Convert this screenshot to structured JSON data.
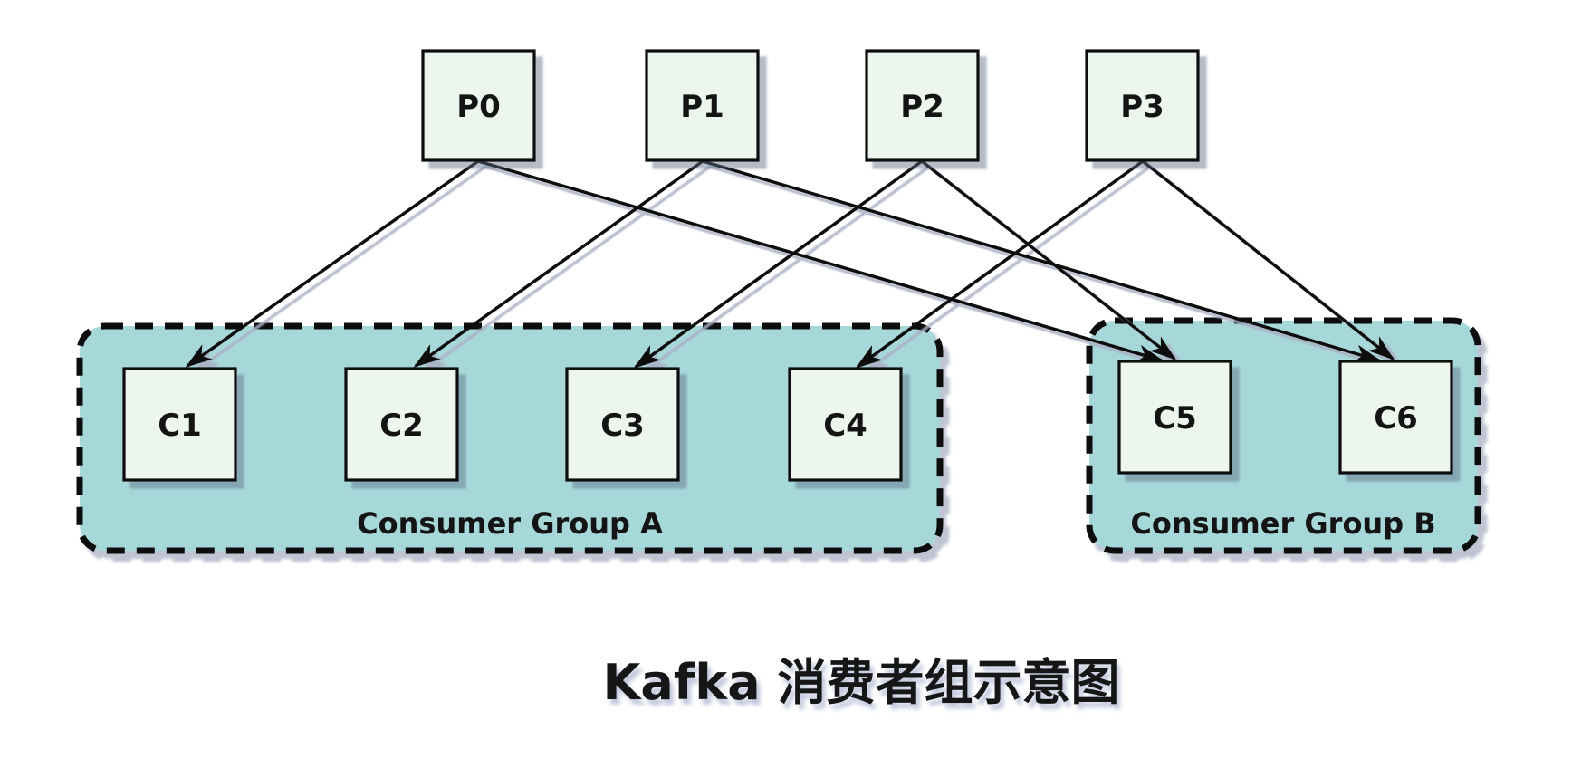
{
  "title": {
    "text": "Kafka 消费者组示意图"
  },
  "colors": {
    "background": "#ffffff",
    "node_fill": "#edf6ec",
    "group_fill": "#a7d8d9",
    "stroke": "#0d0d0d",
    "shadow": "#8a93ad"
  },
  "partitions": [
    {
      "id": "P0",
      "label": "P0"
    },
    {
      "id": "P1",
      "label": "P1"
    },
    {
      "id": "P2",
      "label": "P2"
    },
    {
      "id": "P3",
      "label": "P3"
    }
  ],
  "groups": [
    {
      "id": "group-a",
      "name": "Consumer Group A",
      "consumers": [
        {
          "id": "C1",
          "label": "C1"
        },
        {
          "id": "C2",
          "label": "C2"
        },
        {
          "id": "C3",
          "label": "C3"
        },
        {
          "id": "C4",
          "label": "C4"
        }
      ]
    },
    {
      "id": "group-b",
      "name": "Consumer Group B",
      "consumers": [
        {
          "id": "C5",
          "label": "C5"
        },
        {
          "id": "C6",
          "label": "C6"
        }
      ]
    }
  ],
  "connections": [
    {
      "from": "P0",
      "to": "C1"
    },
    {
      "from": "P1",
      "to": "C2"
    },
    {
      "from": "P2",
      "to": "C3"
    },
    {
      "from": "P3",
      "to": "C4"
    },
    {
      "from": "P0",
      "to": "C5"
    },
    {
      "from": "P2",
      "to": "C5"
    },
    {
      "from": "P1",
      "to": "C6"
    },
    {
      "from": "P3",
      "to": "C6"
    }
  ]
}
